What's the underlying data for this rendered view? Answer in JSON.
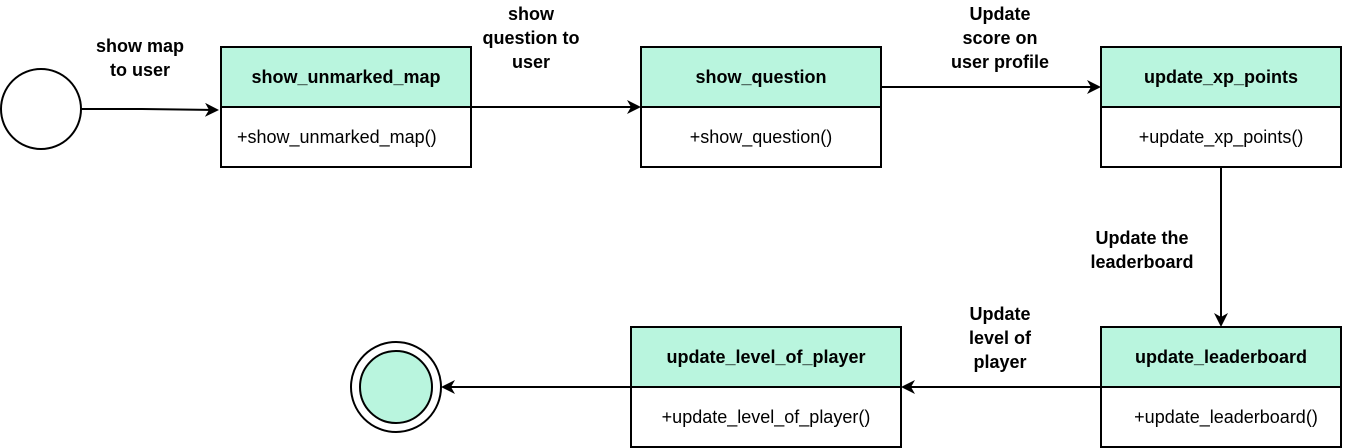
{
  "colors": {
    "header_fill": "#b9f5de",
    "body_fill": "#ffffff",
    "stroke": "#000000",
    "final_fill": "#b9f5de"
  },
  "classes": {
    "show_unmarked_map": {
      "title": "show_unmarked_map",
      "method": "+show_unmarked_map()"
    },
    "show_question": {
      "title": "show_question",
      "method": "+show_question()"
    },
    "update_xp_points": {
      "title": "update_xp_points",
      "method": "+update_xp_points()"
    },
    "update_leaderboard": {
      "title": "update_leaderboard",
      "method": "+update_leaderboard()"
    },
    "update_level_of_player": {
      "title": "update_level_of_player",
      "method": "+update_level_of_player()"
    }
  },
  "edges": {
    "start_to_map": [
      "show map",
      "to user"
    ],
    "map_to_question": [
      "show",
      "question to",
      "user"
    ],
    "question_to_xp": [
      "Update",
      "score on",
      "user profile"
    ],
    "xp_to_leaderboard": [
      "Update the",
      "leaderboard"
    ],
    "leaderboard_to_level": [
      "Update",
      "level of",
      "player"
    ]
  }
}
